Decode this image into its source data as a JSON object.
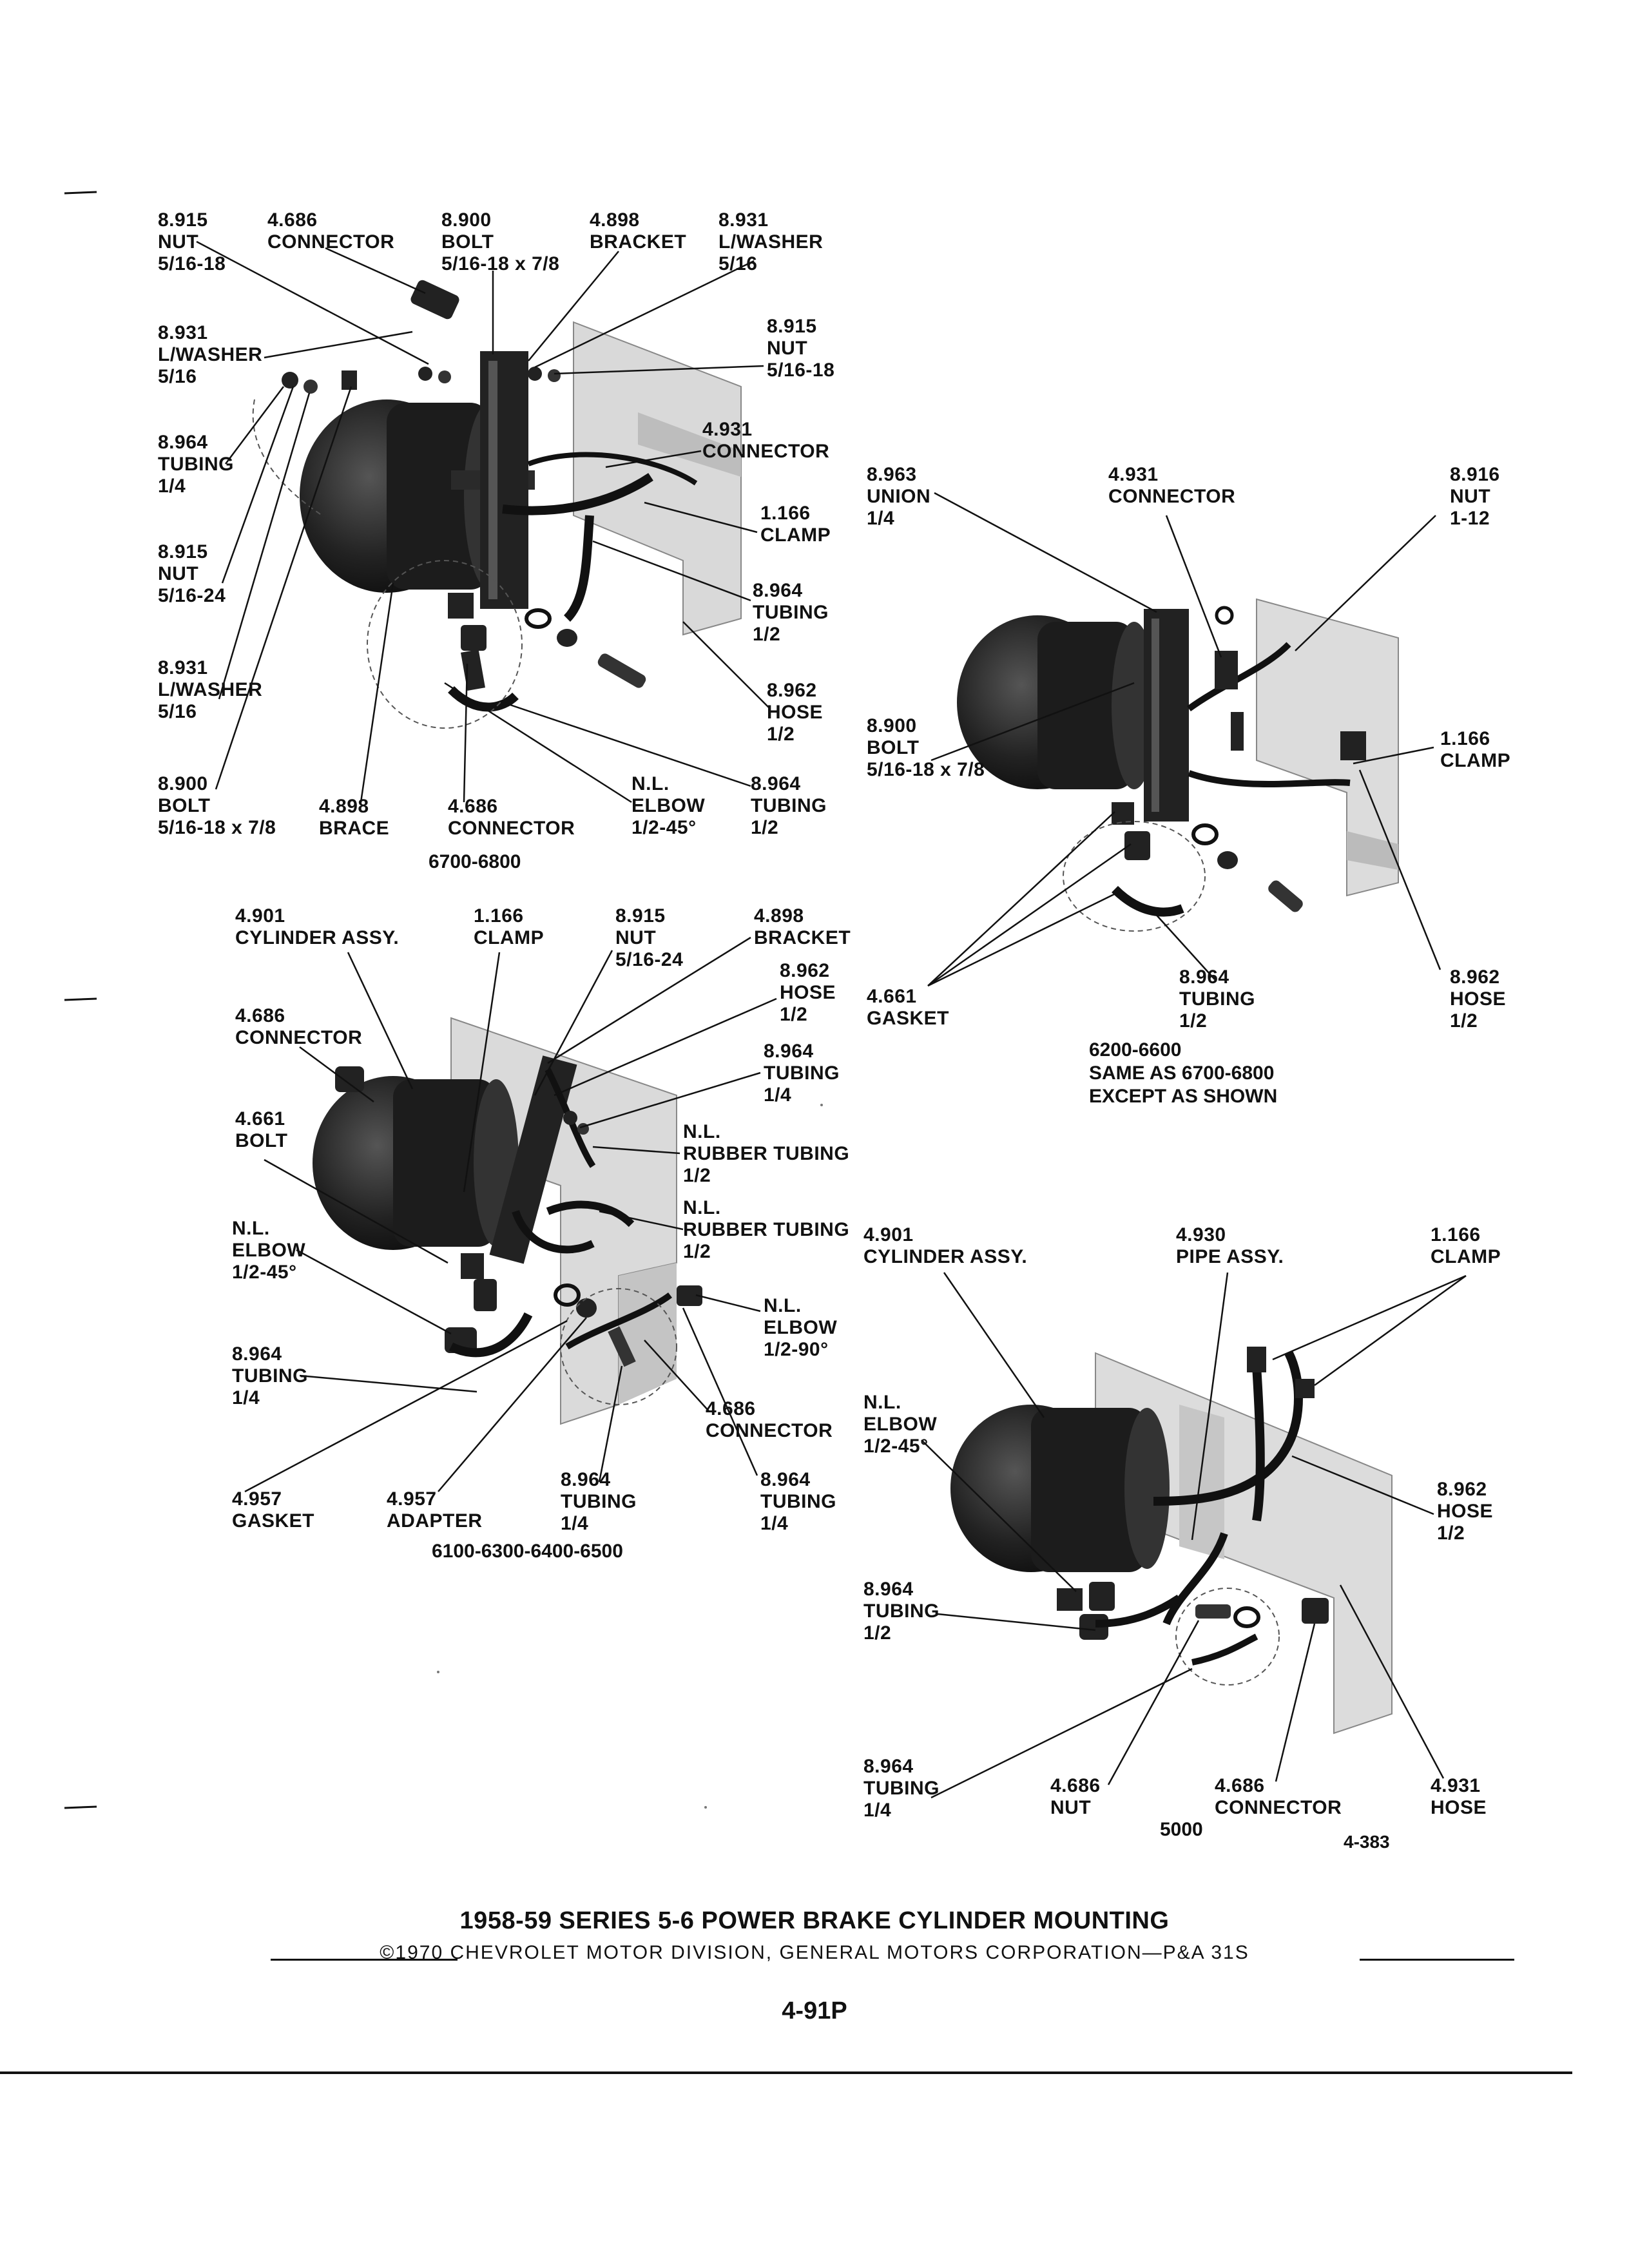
{
  "diagram_6700": {
    "caption": "6700-6800",
    "labels": [
      {
        "id": "a1",
        "lines": [
          "8.915",
          "NUT",
          "5/16-18"
        ]
      },
      {
        "id": "a2",
        "lines": [
          "4.686",
          "CONNECTOR"
        ]
      },
      {
        "id": "a3",
        "lines": [
          "8.900",
          "BOLT",
          "5/16-18 x 7/8"
        ]
      },
      {
        "id": "a4",
        "lines": [
          "4.898",
          "BRACKET"
        ]
      },
      {
        "id": "a5",
        "lines": [
          "8.931",
          "L/WASHER",
          "5/16"
        ]
      },
      {
        "id": "a6",
        "lines": [
          "8.931",
          "L/WASHER",
          "5/16"
        ]
      },
      {
        "id": "a7",
        "lines": [
          "8.915",
          "NUT",
          "5/16-18"
        ]
      },
      {
        "id": "a8",
        "lines": [
          "8.964",
          "TUBING",
          "1/4"
        ]
      },
      {
        "id": "a9",
        "lines": [
          "4.931",
          "CONNECTOR"
        ]
      },
      {
        "id": "a10",
        "lines": [
          "8.915",
          "NUT",
          "5/16-24"
        ]
      },
      {
        "id": "a11",
        "lines": [
          "1.166",
          "CLAMP"
        ]
      },
      {
        "id": "a12",
        "lines": [
          "8.964",
          "TUBING",
          "1/2"
        ]
      },
      {
        "id": "a13",
        "lines": [
          "8.931",
          "L/WASHER",
          "5/16"
        ]
      },
      {
        "id": "a14",
        "lines": [
          "8.962",
          "HOSE",
          "1/2"
        ]
      },
      {
        "id": "a15",
        "lines": [
          "8.900",
          "BOLT",
          "5/16-18 x 7/8"
        ]
      },
      {
        "id": "a16",
        "lines": [
          "4.898",
          "BRACE"
        ]
      },
      {
        "id": "a17",
        "lines": [
          "4.686",
          "CONNECTOR"
        ]
      },
      {
        "id": "a18",
        "lines": [
          "N.L.",
          "ELBOW",
          "1/2-45°"
        ]
      },
      {
        "id": "a19",
        "lines": [
          "8.964",
          "TUBING",
          "1/2"
        ]
      }
    ]
  },
  "diagram_6200": {
    "caption_lines": [
      "6200-6600",
      "SAME AS 6700-6800",
      "EXCEPT AS SHOWN"
    ],
    "labels": [
      {
        "id": "b1",
        "lines": [
          "8.963",
          "UNION",
          "1/4"
        ]
      },
      {
        "id": "b2",
        "lines": [
          "4.931",
          "CONNECTOR"
        ]
      },
      {
        "id": "b3",
        "lines": [
          "8.916",
          "NUT",
          "1-12"
        ]
      },
      {
        "id": "b4",
        "lines": [
          "8.900",
          "BOLT",
          "5/16-18 x 7/8"
        ]
      },
      {
        "id": "b5",
        "lines": [
          "1.166",
          "CLAMP"
        ]
      },
      {
        "id": "b6",
        "lines": [
          "4.661",
          "GASKET"
        ]
      },
      {
        "id": "b7",
        "lines": [
          "8.964",
          "TUBING",
          "1/2"
        ]
      },
      {
        "id": "b8",
        "lines": [
          "8.962",
          "HOSE",
          "1/2"
        ]
      }
    ]
  },
  "diagram_6100": {
    "caption": "6100-6300-6400-6500",
    "labels": [
      {
        "id": "c1",
        "lines": [
          "4.901",
          "CYLINDER ASSY."
        ]
      },
      {
        "id": "c2",
        "lines": [
          "1.166",
          "CLAMP"
        ]
      },
      {
        "id": "c3",
        "lines": [
          "8.915",
          "NUT",
          "5/16-24"
        ]
      },
      {
        "id": "c4",
        "lines": [
          "4.898",
          "BRACKET"
        ]
      },
      {
        "id": "c5",
        "lines": [
          "8.962",
          "HOSE",
          "1/2"
        ]
      },
      {
        "id": "c6",
        "lines": [
          "4.686",
          "CONNECTOR"
        ]
      },
      {
        "id": "c7",
        "lines": [
          "8.964",
          "TUBING",
          "1/4"
        ]
      },
      {
        "id": "c8",
        "lines": [
          "4.661",
          "BOLT"
        ]
      },
      {
        "id": "c9",
        "lines": [
          "N.L.",
          "RUBBER TUBING",
          "1/2"
        ]
      },
      {
        "id": "c10",
        "lines": [
          "N.L.",
          "RUBBER TUBING",
          "1/2"
        ]
      },
      {
        "id": "c11",
        "lines": [
          "N.L.",
          "ELBOW",
          "1/2-45°"
        ]
      },
      {
        "id": "c12",
        "lines": [
          "N.L.",
          "ELBOW",
          "1/2-90°"
        ]
      },
      {
        "id": "c13",
        "lines": [
          "8.964",
          "TUBING",
          "1/4"
        ]
      },
      {
        "id": "c14",
        "lines": [
          "4.686",
          "CONNECTOR"
        ]
      },
      {
        "id": "c15",
        "lines": [
          "4.957",
          "GASKET"
        ]
      },
      {
        "id": "c16",
        "lines": [
          "4.957",
          "ADAPTER"
        ]
      },
      {
        "id": "c17",
        "lines": [
          "8.964",
          "TUBING",
          "1/4"
        ]
      },
      {
        "id": "c18",
        "lines": [
          "8.964",
          "TUBING",
          "1/4"
        ]
      }
    ]
  },
  "diagram_5000": {
    "caption": "5000",
    "labels": [
      {
        "id": "d1",
        "lines": [
          "4.901",
          "CYLINDER ASSY."
        ]
      },
      {
        "id": "d2",
        "lines": [
          "4.930",
          "PIPE ASSY."
        ]
      },
      {
        "id": "d3",
        "lines": [
          "1.166",
          "CLAMP"
        ]
      },
      {
        "id": "d4",
        "lines": [
          "N.L.",
          "ELBOW",
          "1/2-45°"
        ]
      },
      {
        "id": "d5",
        "lines": [
          "8.962",
          "HOSE",
          "1/2"
        ]
      },
      {
        "id": "d6",
        "lines": [
          "8.964",
          "TUBING",
          "1/2"
        ]
      },
      {
        "id": "d7",
        "lines": [
          "8.964",
          "TUBING",
          "1/4"
        ]
      },
      {
        "id": "d8",
        "lines": [
          "4.686",
          "NUT"
        ]
      },
      {
        "id": "d9",
        "lines": [
          "4.686",
          "CONNECTOR"
        ]
      },
      {
        "id": "d10",
        "lines": [
          "4.931",
          "HOSE"
        ]
      }
    ]
  },
  "figure_ref": "4-383",
  "page_title": "1958-59 SERIES 5-6 POWER BRAKE CYLINDER MOUNTING",
  "copyright": "©1970 CHEVROLET MOTOR DIVISION, GENERAL MOTORS CORPORATION—P&A 31S",
  "page_number": "4-91P"
}
